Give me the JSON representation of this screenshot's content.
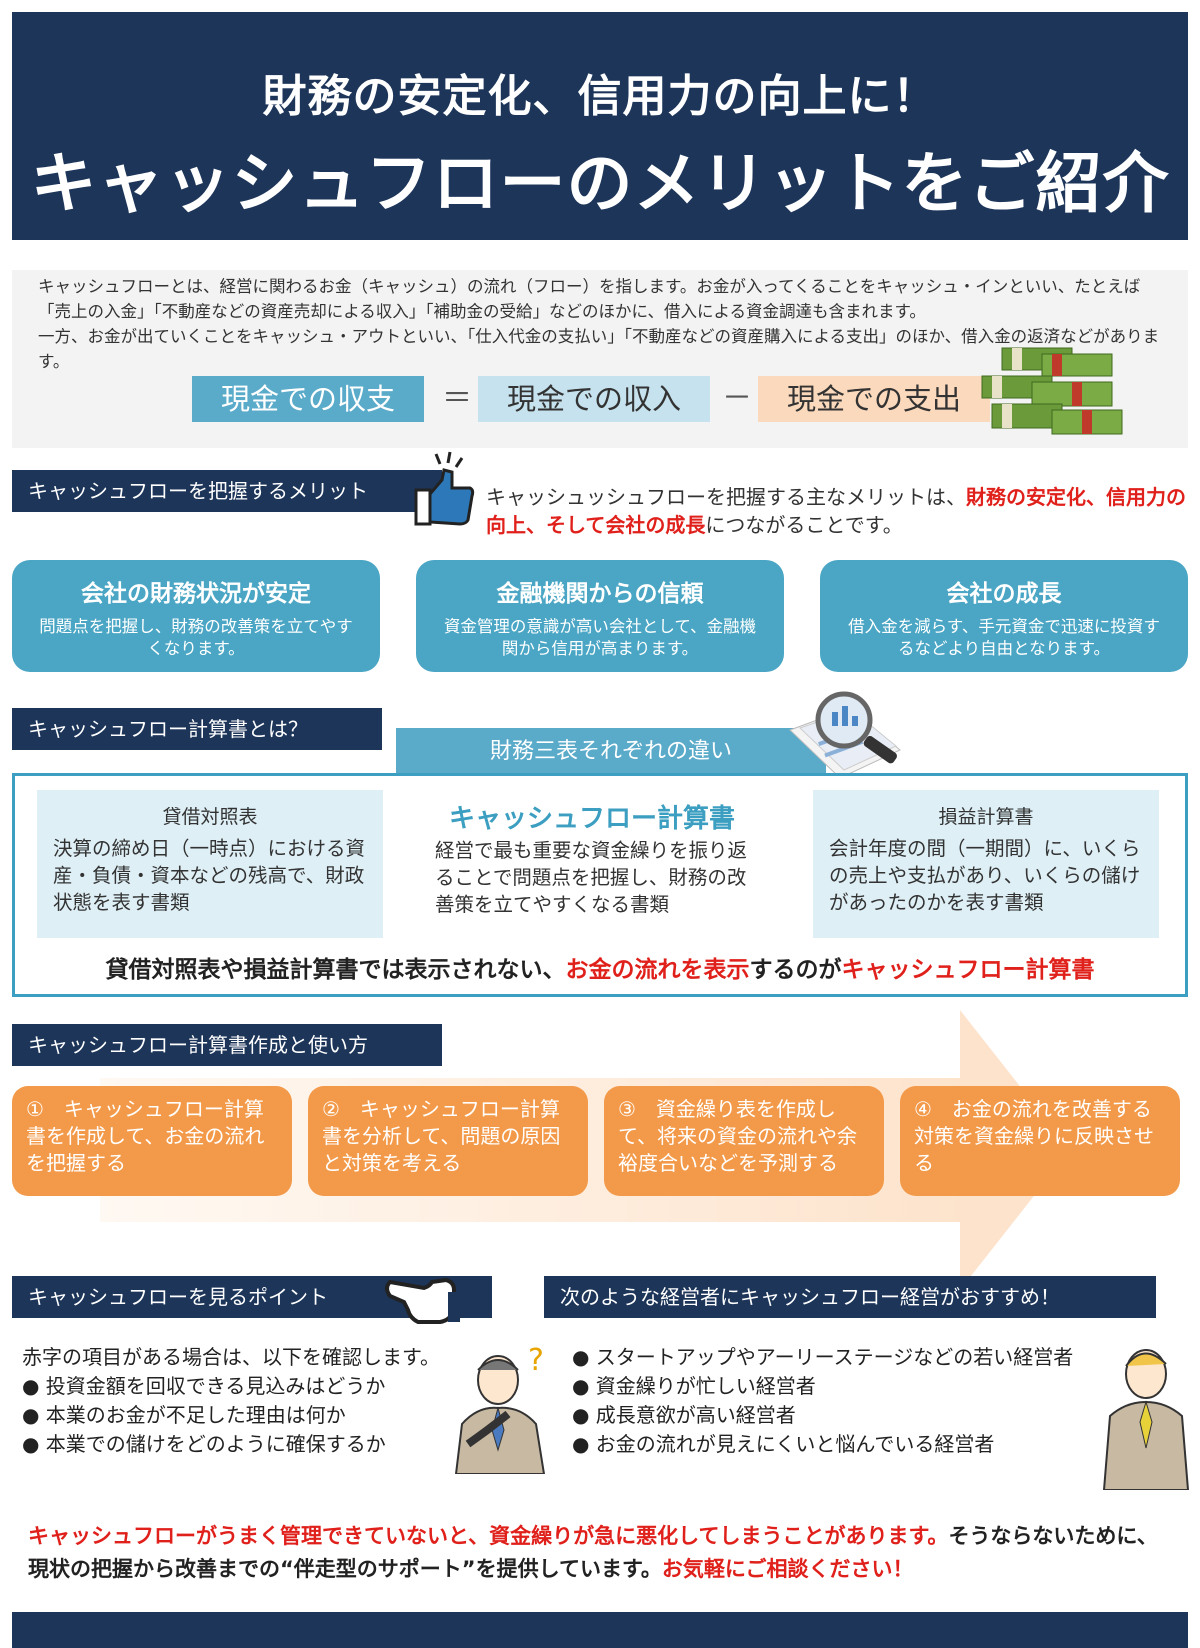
{
  "header": {
    "line1": "財務の安定化、信用力の向上に！",
    "line2": "キャッシュフローのメリットをご紹介"
  },
  "intro": {
    "text1": "キャッシュフローとは、経営に関わるお金（キャッシュ）の流れ（フロー）を指します。お金が入ってくることをキャッシュ・インといい、たとえば「売上の入金」「不動産などの資産売却による収入」「補助金の受給」などのほかに、借入による資金調達も含まれます。",
    "text2": "一方、お金が出ていくことをキャッシュ・アウトといい、「仕入代金の支払い」「不動産などの資産購入による支出」のほか、借入金の返済などがあります。",
    "formula": {
      "balance": "現金での収支",
      "equals": "＝",
      "income": "現金での収入",
      "minus": "－",
      "expense": "現金での支出"
    }
  },
  "merit": {
    "heading": "キャッシュフローを把握するメリット",
    "desc_a": "キャッシュッシュフローを把握する主なメリットは、",
    "desc_b": "財務の安定化、信用力の向上、そして会社の成長",
    "desc_c": "につながることです。",
    "cards": [
      {
        "title": "会社の財務状況が安定",
        "desc": "問題点を把握し、財務の改善策を立てやすくなります。"
      },
      {
        "title": "金融機関からの信頼",
        "desc": "資金管理の意識が高い会社として、金融機関から信用が高まります。"
      },
      {
        "title": "会社の成長",
        "desc": "借入金を減らす、手元資金で迅速に投資するなどより自由となります。"
      }
    ]
  },
  "statements": {
    "heading": "キャッシュフロー計算書とは？",
    "tab": "財務三表それぞれの違い",
    "bs": {
      "title": "貸借対照表",
      "desc": "決算の締め日（一時点）における資産・負債・資本などの残高で、財政状態を表す書類"
    },
    "cf": {
      "title": "キャッシュフロー計算書",
      "desc": "経営で最も重要な資金繰りを振り返ることで問題点を把握し、財務の改善策を立てやすくなる書類"
    },
    "pl": {
      "title": "損益計算書",
      "desc": "会計年度の間（一期間）に、いくらの売上や支払があり、いくらの儲けがあったのかを表す書類"
    },
    "summary_a": "貸借対照表や損益計算書では表示されない、",
    "summary_b": "お金の流れを表示",
    "summary_c": "するのが",
    "summary_d": "キャッシュフロー計算書"
  },
  "flow": {
    "heading": "キャッシュフロー計算書作成と使い方",
    "steps": [
      "①　キャッシュフロー計算書を作成して、お金の流れを把握する",
      "②　キャッシュフロー計算書を分析して、問題の原因と対策を考える",
      "③　資金繰り表を作成して、将来の資金の流れや余裕度合いなどを予測する",
      "④　お金の流れを改善する対策を資金繰りに反映させる"
    ]
  },
  "points": {
    "heading": "キャッシュフローを見るポイント",
    "intro": "赤字の項目がある場合は、以下を確認します。",
    "items": [
      "● 投資金額を回収できる見込みはどうか",
      "● 本業のお金が不足した理由は何か",
      "● 本業での儲けをどのように確保するか"
    ]
  },
  "recommend": {
    "heading": "次のような経営者にキャッシュフロー経営がおすすめ！",
    "items": [
      "● スタートアップやアーリーステージなどの若い経営者",
      "● 資金繰りが忙しい経営者",
      "● 成長意欲が高い経営者",
      "● お金の流れが見えにくいと悩んでいる経営者"
    ]
  },
  "closing": {
    "part1": "キャッシュフローがうまく管理できていないと、資金繰りが急に悪化してしまうことがあります。",
    "part2": "そうならないために、現状の把握から改善までの“伴走型のサポート”を提供しています。",
    "part3": "お気軽にご相談ください！"
  },
  "colors": {
    "navy": "#1c3559",
    "teal": "#4aa6c4",
    "orange": "#f39a4a",
    "red": "#e0201b"
  }
}
